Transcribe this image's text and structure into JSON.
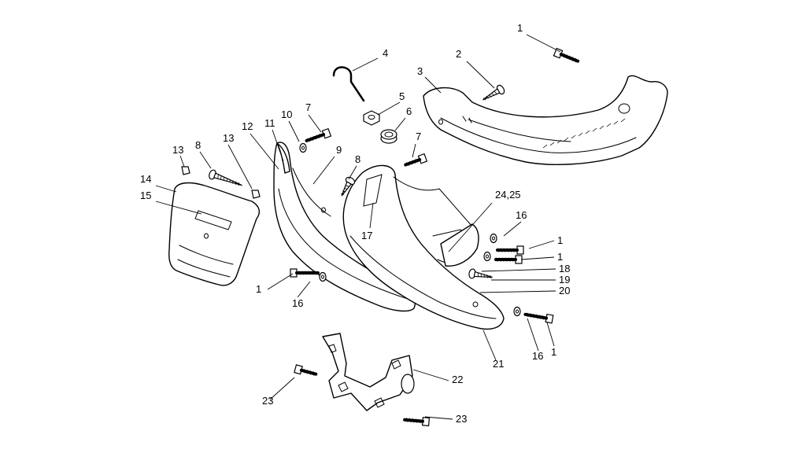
{
  "colors": {
    "line": "#000000",
    "background": "#ffffff"
  },
  "callouts": {
    "c1a": "1",
    "c2": "2",
    "c3": "3",
    "c4": "4",
    "c5": "5",
    "c6": "6",
    "c7a": "7",
    "c10": "10",
    "c11": "11",
    "c12": "12",
    "c13a": "13",
    "c8a": "8",
    "c13b": "13",
    "c14": "14",
    "c15": "15",
    "c9": "9",
    "c8b": "8",
    "c7b": "7",
    "c24_25": "24,25",
    "c16a": "16",
    "c1b": "1",
    "c1c": "1",
    "c17": "17",
    "c18": "18",
    "c19": "19",
    "c20": "20",
    "c1d": "1",
    "c16b": "16",
    "c16c": "16",
    "c1e": "1",
    "c21": "21",
    "c22": "22",
    "c23a": "23",
    "c23b": "23"
  }
}
